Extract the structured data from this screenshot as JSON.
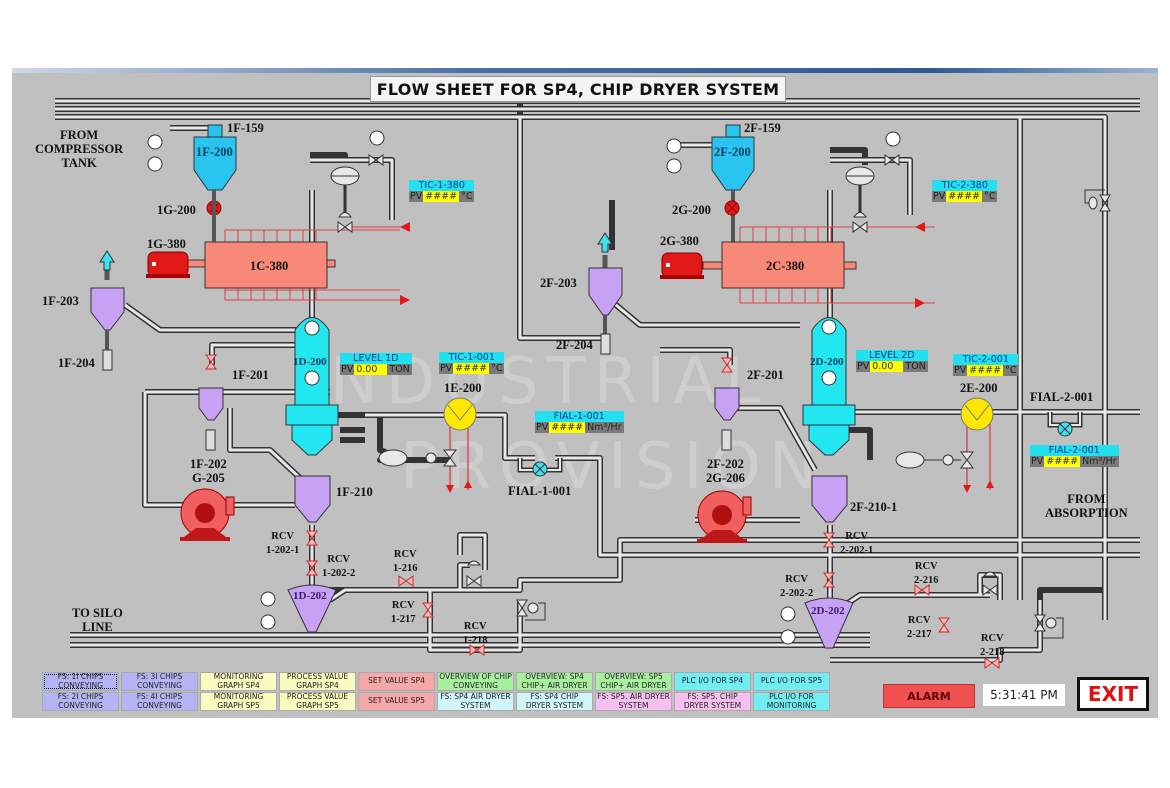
{
  "window": {
    "title": "FLOW SHEET FOR SP4, CHIP DRYER SYSTEM"
  },
  "watermark": {
    "line1": "NDUSTRIAL",
    "line2": "PROVISION"
  },
  "labels": {
    "from_compressor": "FROM\nCOMPRESSOR\nTANK",
    "from_absorption": "FROM\nABSORPTION",
    "to_silo": "TO SILO\nLINE",
    "l1F159": "1F-159",
    "l1F200": "1F-200",
    "l1G200": "1G-200",
    "l1G380": "1G-380",
    "l1C380": "1C-380",
    "l1F203": "1F-203",
    "l1F204": "1F-204",
    "l1D200": "1D-200",
    "l1F201": "1F-201",
    "l1F202": "1F-202\nG-205",
    "l1F210": "1F-210",
    "l1E200": "1E-200",
    "lFIAL1": "FIAL-1-001",
    "l1D202": "1D-202",
    "rcv1_202_1": "RCV\n1-202-1",
    "rcv1_202_2": "RCV\n1-202-2",
    "rcv1_216": "RCV\n1-216",
    "rcv1_217": "RCV\n1-217",
    "rcv1_218": "RCV\n1-218",
    "l2F159": "2F-159",
    "l2F200": "2F-200",
    "l2G200": "2G-200",
    "l2G380": "2G-380",
    "l2C380": "2C-380",
    "l2F203": "2F-203",
    "l2F204": "2F-204",
    "l2D200": "2D-200",
    "l2F201": "2F-201",
    "l2F202": "2F-202\n2G-206",
    "l2F210": "2F-210-1",
    "l2E200": "2E-200",
    "lFIAL2": "FIAL-2-001",
    "l2D202": "2D-202",
    "rcv2_202_1": "RCV\n2-202-1",
    "rcv2_202_2": "RCV\n2-202-2",
    "rcv2_216": "RCV\n2-216",
    "rcv2_217": "RCV\n2-217",
    "rcv2_218": "RCV\n2-218"
  },
  "tags": {
    "tic_1_380": {
      "name": "TIC-1-380",
      "pv_label": "PV",
      "value": "####",
      "unit": "°C"
    },
    "tic_2_380": {
      "name": "TIC-2-380",
      "pv_label": "PV",
      "value": "####",
      "unit": "°C"
    },
    "level_1d": {
      "name": "LEVEL 1D",
      "pv_label": "PV",
      "value": "0.00",
      "unit": "TON"
    },
    "level_2d": {
      "name": "LEVEL 2D",
      "pv_label": "PV",
      "value": "0.00",
      "unit": "TON"
    },
    "tic_1_001": {
      "name": "TIC-1-001",
      "pv_label": "PV",
      "value": "####",
      "unit": "°C"
    },
    "tic_2_001": {
      "name": "TIC-2-001",
      "pv_label": "PV",
      "value": "####",
      "unit": "°C"
    },
    "fial_1_001": {
      "name": "FIAL-1-001",
      "pv_label": "PV",
      "value": "####",
      "unit": "Nm³/Hr"
    },
    "fial_2_001": {
      "name": "FIAL-2-001",
      "pv_label": "PV",
      "value": "####",
      "unit": "Nm³/Hr"
    }
  },
  "nav": [
    {
      "label": "FS: 1I CHIPS CONVEYING",
      "color": "#b4b4f4",
      "selected": true
    },
    {
      "label": "FS: 3I CHIPS CONVEYING",
      "color": "#b4b4f4"
    },
    {
      "label": "MONITORING GRAPH SP4",
      "color": "#fafac0"
    },
    {
      "label": "PROCESS VALUE GRAPH SP4",
      "color": "#fafac0"
    },
    {
      "label": "SET VALUE SP4",
      "color": "#f6a8a8"
    },
    {
      "label": "OVERVIEW OF CHIP CONVEYING",
      "color": "#a8f0a0"
    },
    {
      "label": "OVERVIEW: SP4 CHIP+ AIR DRYER",
      "color": "#a8f0a0"
    },
    {
      "label": "OVERVIEW: SP5 CHIP+ AIR DRYER",
      "color": "#a8f0a0"
    },
    {
      "label": "PLC I/O FOR SP4",
      "color": "#70eef4"
    },
    {
      "label": "PLC I/O FOR SP5",
      "color": "#70eef4"
    },
    {
      "label": "FS: 2I CHIPS CONVEYING",
      "color": "#b4b4f4"
    },
    {
      "label": "FS: 4I CHIPS CONVEYING",
      "color": "#b4b4f4"
    },
    {
      "label": "MONITORING GRAPH SP5",
      "color": "#fafac0"
    },
    {
      "label": "PROCESS VALUE GRAPH SP5",
      "color": "#fafac0"
    },
    {
      "label": "SET VALUE SP5",
      "color": "#f6a8a8"
    },
    {
      "label": "FS: SP4 AIR DRYER SYSTEM",
      "color": "#d0f6fa"
    },
    {
      "label": "FS: SP4 CHIP DRYER SYSTEM",
      "color": "#d0f6fa"
    },
    {
      "label": "FS: SP5. AIR DRYER SYSTEM",
      "color": "#f8c0f0"
    },
    {
      "label": "FS: SP5. CHIP DRYER SYSTEM",
      "color": "#f8c0f0"
    },
    {
      "label": "PLC I/O FOR MONITORING",
      "color": "#70eef4"
    }
  ],
  "status": {
    "alarm_label": "ALARM",
    "time": "5:31:41 PM",
    "exit_label": "EXIT"
  },
  "colors": {
    "panel": "#c0c0c0",
    "silo_blue": "#29c4f0",
    "column_cyan": "#22e6f0",
    "hopper_purple": "#c8a0f4",
    "cooler_salmon": "#f88878",
    "motor_red": "#e01818",
    "heater_yellow": "#ffe800"
  }
}
